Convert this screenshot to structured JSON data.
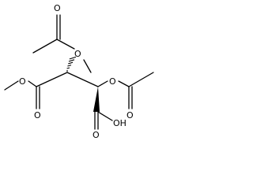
{
  "molecule": {
    "atom_labels": {
      "o_top_ester": "O",
      "o_right_ester": "O",
      "o_top_carbonyl": "O",
      "o_right_carbonyl": "O",
      "o_methyl_ester": "O",
      "o_ester_carbonyl": "O",
      "o_acid_carbonyl": "O",
      "oh_acid": "OH"
    },
    "colors": {
      "bond": "#000000",
      "text": "#000000",
      "background": "#ffffff"
    }
  }
}
